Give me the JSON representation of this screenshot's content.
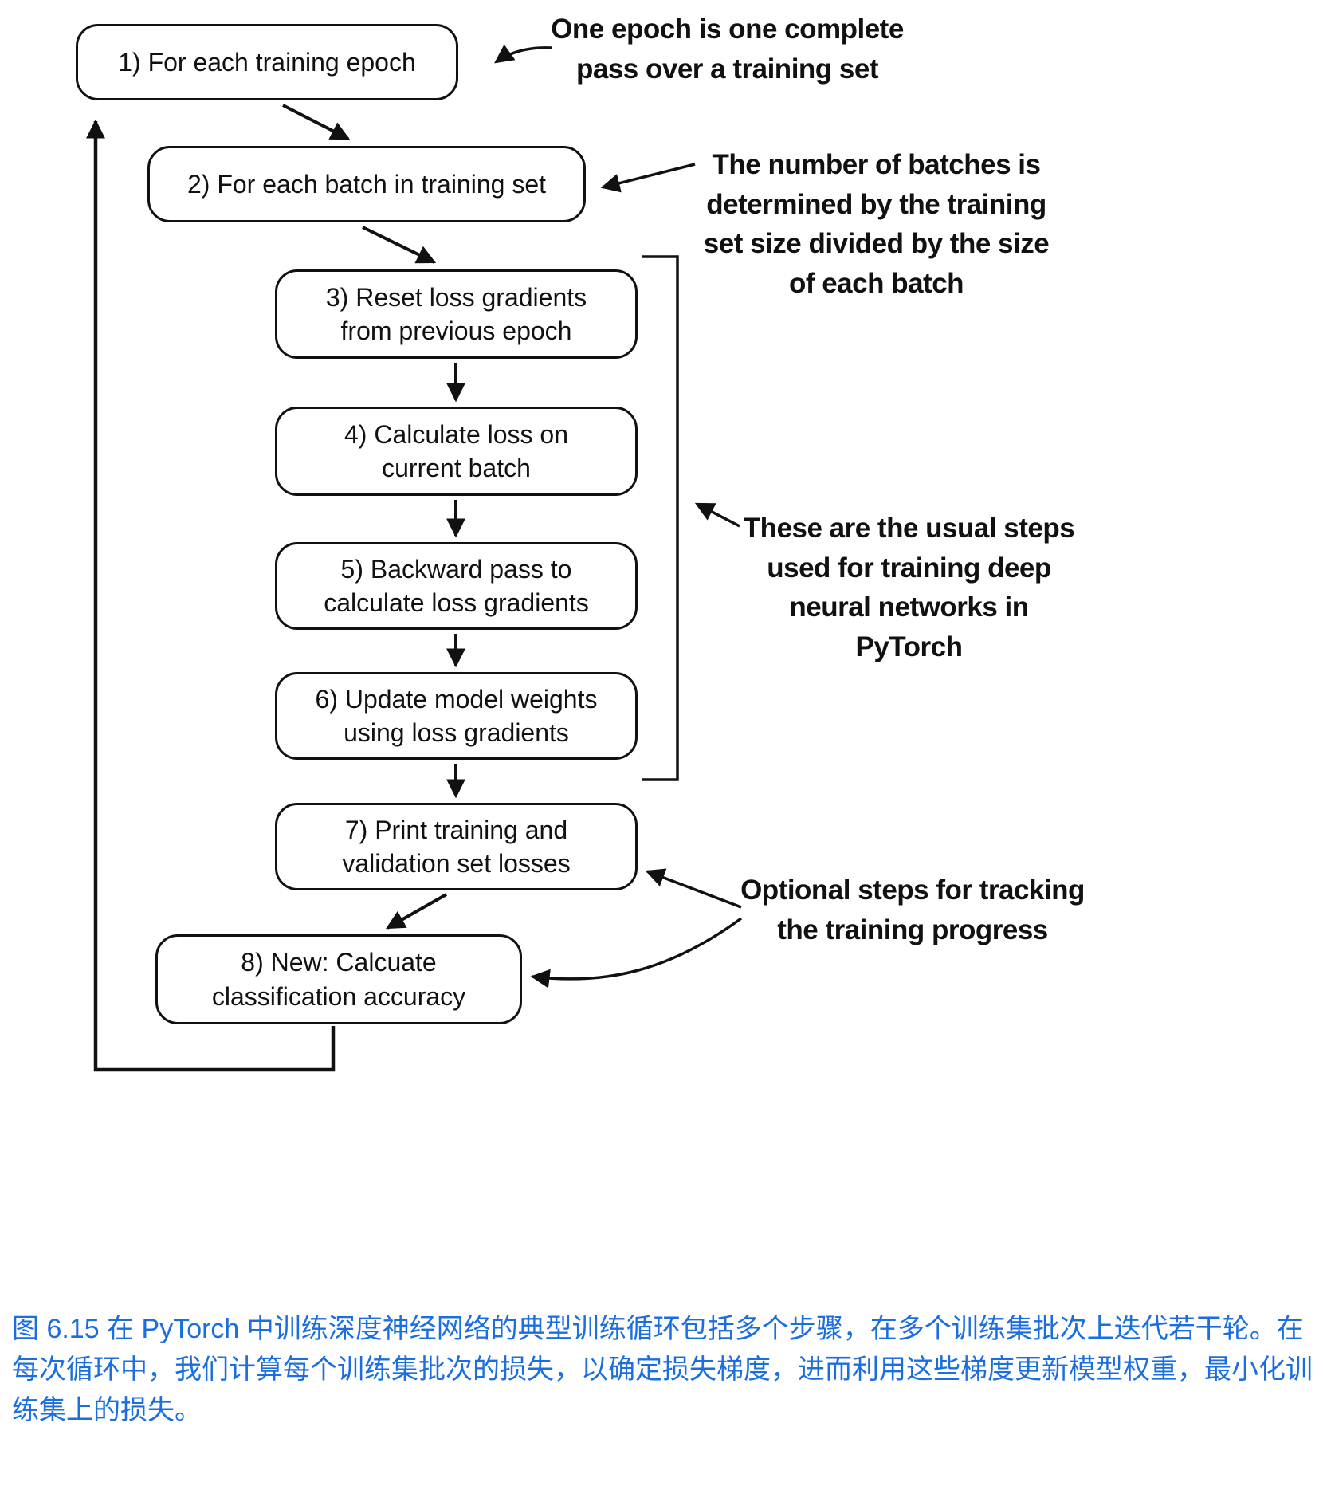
{
  "nodes": [
    {
      "label": "1) For each training epoch"
    },
    {
      "label": "2) For each batch in training set"
    },
    {
      "label": "3) Reset loss gradients\nfrom previous epoch"
    },
    {
      "label": "4) Calculate loss on\ncurrent batch"
    },
    {
      "label": "5) Backward pass to\ncalculate loss gradients"
    },
    {
      "label": "6) Update model weights\nusing loss gradients"
    },
    {
      "label": "7) Print training and\nvalidation set losses"
    },
    {
      "label": "8) New: Calcuate\nclassification accuracy"
    }
  ],
  "annotations": [
    {
      "text": "One epoch is one complete\npass over a training set"
    },
    {
      "text": "The number of batches is\ndetermined by the training\nset size divided by the size\nof each batch"
    },
    {
      "text": "These are the usual steps\nused for training deep\nneural networks in\nPyTorch"
    },
    {
      "text": "Optional steps for tracking\nthe training progress"
    }
  ],
  "figure": {
    "caption": "图 6.15 在 PyTorch 中训练深度神经网络的典型训练循环包括多个步骤，在多个训练集批次上迭代若干轮。在每次循环中，我们计算每个训练集批次的损失，以确定损失梯度，进而利用这些梯度更新模型权重，最小化训练集上的损失。"
  },
  "colors": {
    "caption_blue": "#1a6ee0",
    "line": "#111111"
  }
}
